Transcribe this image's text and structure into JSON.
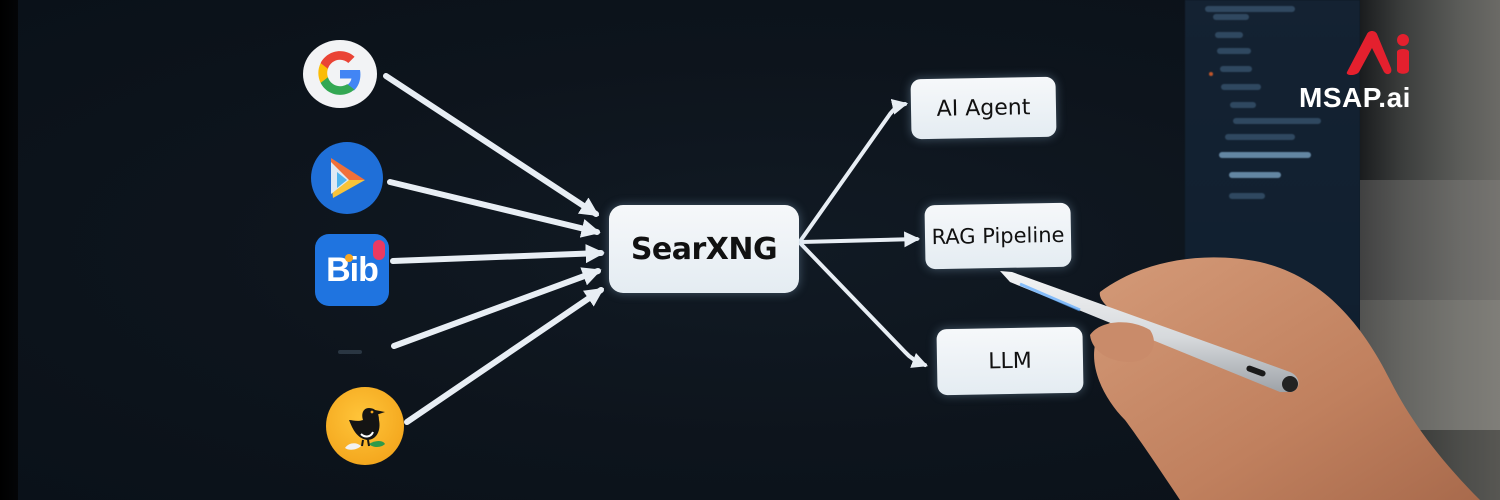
{
  "diagram": {
    "title": "",
    "sources": [
      {
        "id": "google",
        "name": "Google",
        "icon": "google-g-icon",
        "shape": "circle",
        "bg": "#f2f3f5"
      },
      {
        "id": "play",
        "name": "Play-style search engine",
        "icon": "play-triangle-icon",
        "shape": "circle",
        "bg": "#1f6fd8"
      },
      {
        "id": "bib",
        "name": "Bib",
        "label": "Bib",
        "icon": "bib-app-icon",
        "shape": "rounded-square",
        "bg": "#1f74e0"
      },
      {
        "id": "blank",
        "name": "Unlabeled source",
        "icon": "blank-source-icon",
        "shape": "dash",
        "bg": "#2a3642"
      },
      {
        "id": "bird",
        "name": "Bird engine",
        "icon": "bird-icon",
        "shape": "circle",
        "bg": "#f3a51c"
      }
    ],
    "hub": {
      "label": "SearXNG"
    },
    "outputs": [
      {
        "id": "agent",
        "label": "AI Agent"
      },
      {
        "id": "rag",
        "label": "RAG Pipeline"
      },
      {
        "id": "llm",
        "label": "LLM"
      }
    ],
    "edges": [
      {
        "from": "google",
        "to": "SearXNG"
      },
      {
        "from": "play",
        "to": "SearXNG"
      },
      {
        "from": "bib",
        "to": "SearXNG"
      },
      {
        "from": "blank",
        "to": "SearXNG"
      },
      {
        "from": "bird",
        "to": "SearXNG"
      },
      {
        "from": "SearXNG",
        "to": "AI Agent"
      },
      {
        "from": "SearXNG",
        "to": "RAG Pipeline"
      },
      {
        "from": "SearXNG",
        "to": "LLM"
      }
    ]
  },
  "branding": {
    "logo_text": "MSAP.ai",
    "logo_color": "#e4202e"
  },
  "colors": {
    "screen_bg": "#0d141c",
    "arrow": "#e8eef4",
    "node_bg": "#eef3f7",
    "node_text": "#111111"
  },
  "scene": {
    "hand": "hand-holding-stylus",
    "stylus": "silver-stylus"
  }
}
